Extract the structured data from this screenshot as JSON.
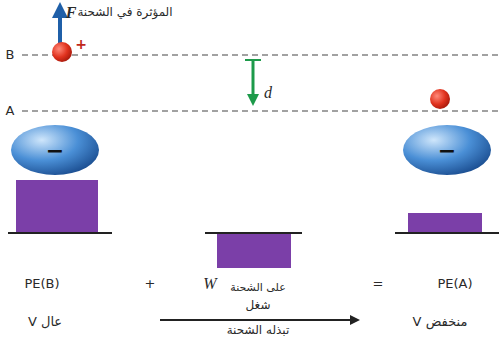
{
  "diagram": {
    "nodes": [
      {
        "text": [
          "−"
        ]
      },
      {
        "text": [
          "−"
        ]
      }
    ],
    "labels": [
      "F",
      "المؤثرة في الشحنة",
      "+",
      "B",
      "A",
      "d",
      "PE(B)",
      "+",
      "W",
      "على الشحنة",
      "=",
      "PE(A)",
      "V عال",
      "شغل",
      "تبذله الشحنة",
      "V منخفض"
    ]
  }
}
